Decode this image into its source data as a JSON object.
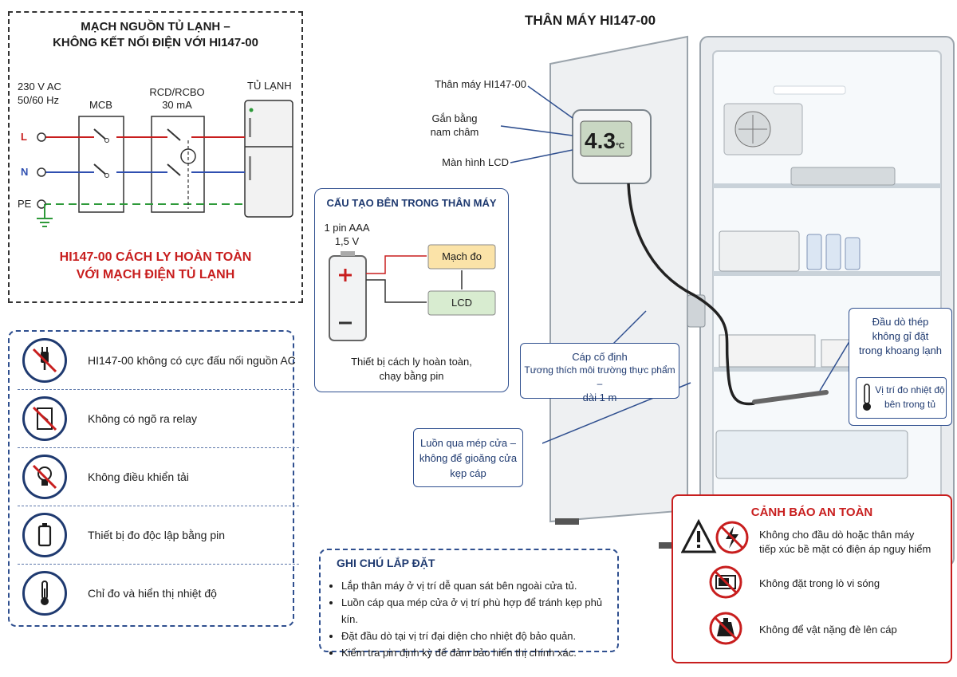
{
  "circuit": {
    "title_line1": "MẠCH NGUỒN TỦ LẠNH –",
    "title_line2": "KHÔNG KẾT NỐI ĐIỆN VỚI HI147-00",
    "supply_line1": "230 V AC",
    "supply_line2": "50/60 Hz",
    "mcb": "MCB",
    "rcd_line1": "RCD/RCBO",
    "rcd_line2": "30 mA",
    "fridge": "TỦ LẠNH",
    "l": "L",
    "n": "N",
    "pe": "PE",
    "isolation_line1": "HI147-00 CÁCH LY HOÀN TOÀN",
    "isolation_line2": "VỚI MẠCH ĐIỆN TỦ LẠNH"
  },
  "features": [
    {
      "icon": "no-plug-icon",
      "text": "HI147-00 không có cực đấu nối nguồn AC"
    },
    {
      "icon": "no-relay-icon",
      "text": "Không có ngõ ra relay"
    },
    {
      "icon": "no-load-control-icon",
      "text": "Không điều khiển tải"
    },
    {
      "icon": "battery-icon",
      "text": "Thiết bị đo độc lập bằng pin"
    },
    {
      "icon": "thermometer-icon",
      "text": "Chỉ đo và hiển thị nhiệt độ"
    }
  ],
  "internal": {
    "title": "CẤU TẠO BÊN TRONG THÂN MÁY",
    "battery_line1": "1 pin AAA",
    "battery_line2": "1,5 V",
    "measure": "Mạch đo",
    "lcd": "LCD",
    "note_line1": "Thiết bị cách ly hoàn toàn,",
    "note_line2": "chạy bằng pin"
  },
  "device": {
    "title": "THÂN MÁY HI147-00",
    "label_body": "Thân máy HI147-00",
    "label_magnet_line1": "Gắn bằng",
    "label_magnet_line2": "nam châm",
    "label_lcd": "Màn hình LCD",
    "reading": "4.3",
    "unit": "°C"
  },
  "cable": {
    "line1": "Cáp cố định",
    "line2": "Tương thích môi trường thực phẩm –",
    "line3": "dài 1 m"
  },
  "door": {
    "line1": "Luồn qua mép cửa –",
    "line2": "không để gioăng cửa",
    "line3": "kẹp cáp"
  },
  "probe": {
    "line1": "Đầu dò thép",
    "line2": "không gỉ đặt",
    "line3": "trong khoang lạnh",
    "position_line1": "Vị trí đo nhiệt độ",
    "position_line2": "bên trong tủ"
  },
  "install": {
    "title": "GHI CHÚ LẮP ĐẶT",
    "items": [
      "Lắp thân máy ở vị trí dễ quan sát bên ngoài cửa tủ.",
      "Luồn cáp qua mép cửa ở vị trí phù hợp để tránh kẹp phủ kín.",
      "Đặt đầu dò tại vị trí đại diện cho nhiệt độ bảo quản.",
      "Kiểm tra pin định kỳ để đảm bảo hiển thị chính xác."
    ]
  },
  "safety": {
    "title": "CẢNH BÁO AN TOÀN",
    "w1_line1": "Không cho đầu dò hoặc thân máy",
    "w1_line2": "tiếp xúc bề mặt có điện áp nguy hiểm",
    "w2": "Không đặt trong lò vi sóng",
    "w3": "Không để vật nặng đè lên cáp"
  },
  "colors": {
    "line_l": "#c81e1e",
    "line_n": "#2f4fb0",
    "line_pe": "#2e9a3a",
    "navy": "#1f3a70",
    "warning_red": "#c81e1e",
    "measure_fill": "#fbe3a8",
    "lcd_fill": "#d8ecd0"
  }
}
